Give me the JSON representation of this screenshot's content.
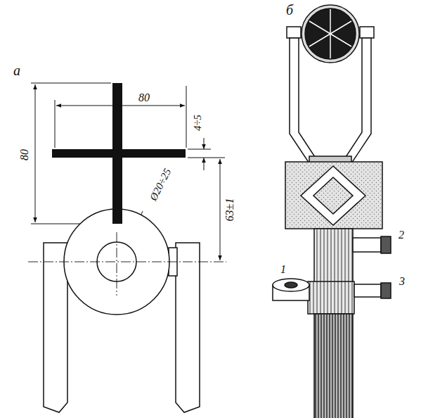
{
  "diagram": {
    "labels": [
      "а",
      "б",
      "80",
      "80",
      "4÷5",
      "Ø20÷25",
      "63±1",
      "2",
      "1",
      "3"
    ]
  }
}
